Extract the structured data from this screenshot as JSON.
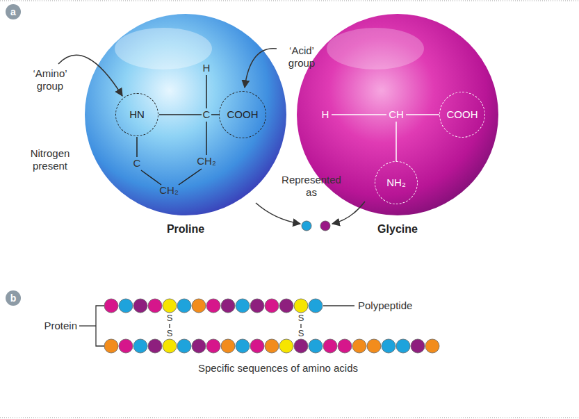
{
  "diagram": {
    "nodes": [
      {
        "text": [
          "a"
        ]
      },
      {
        "text": [
          "Proline",
          "H",
          "C",
          "C",
          "CH₂",
          "CH₂"
        ]
      },
      {
        "text": [
          "HN"
        ],
        "in": 1
      },
      {
        "text": [
          "COOH"
        ],
        "in": 1
      },
      {
        "text": [
          "Glycine",
          "H",
          "CH"
        ]
      },
      {
        "text": [
          "COOH"
        ],
        "in": 4
      },
      {
        "text": [
          "NH₂"
        ],
        "in": 4
      },
      {
        "text": [
          "b"
        ]
      }
    ],
    "labels": [
      "‘Amino’ group",
      "Nitrogen present",
      "‘Acid’ group",
      "Represented as",
      "Polypeptide",
      "Protein",
      "S",
      "S",
      "S",
      "S",
      "Specific sequences of amino acids"
    ]
  }
}
